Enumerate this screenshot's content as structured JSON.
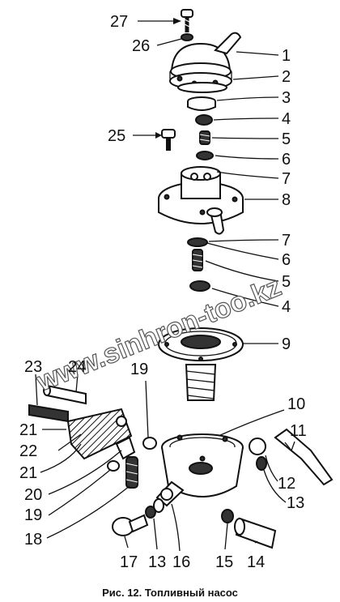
{
  "caption": "Рис. 12. Топливный насос",
  "watermark": "www.sinhron-too.kz",
  "part_labels": [
    "27",
    "26",
    "25",
    "1",
    "2",
    "3",
    "4",
    "5",
    "6",
    "7",
    "8",
    "7",
    "6",
    "5",
    "4",
    "9",
    "10",
    "11",
    "12",
    "13",
    "14",
    "15",
    "16",
    "17",
    "13",
    "18",
    "19",
    "19",
    "20",
    "21",
    "21",
    "22",
    "23",
    "24"
  ],
  "icons": [
    "fuel-pump-exploded-drawing"
  ]
}
